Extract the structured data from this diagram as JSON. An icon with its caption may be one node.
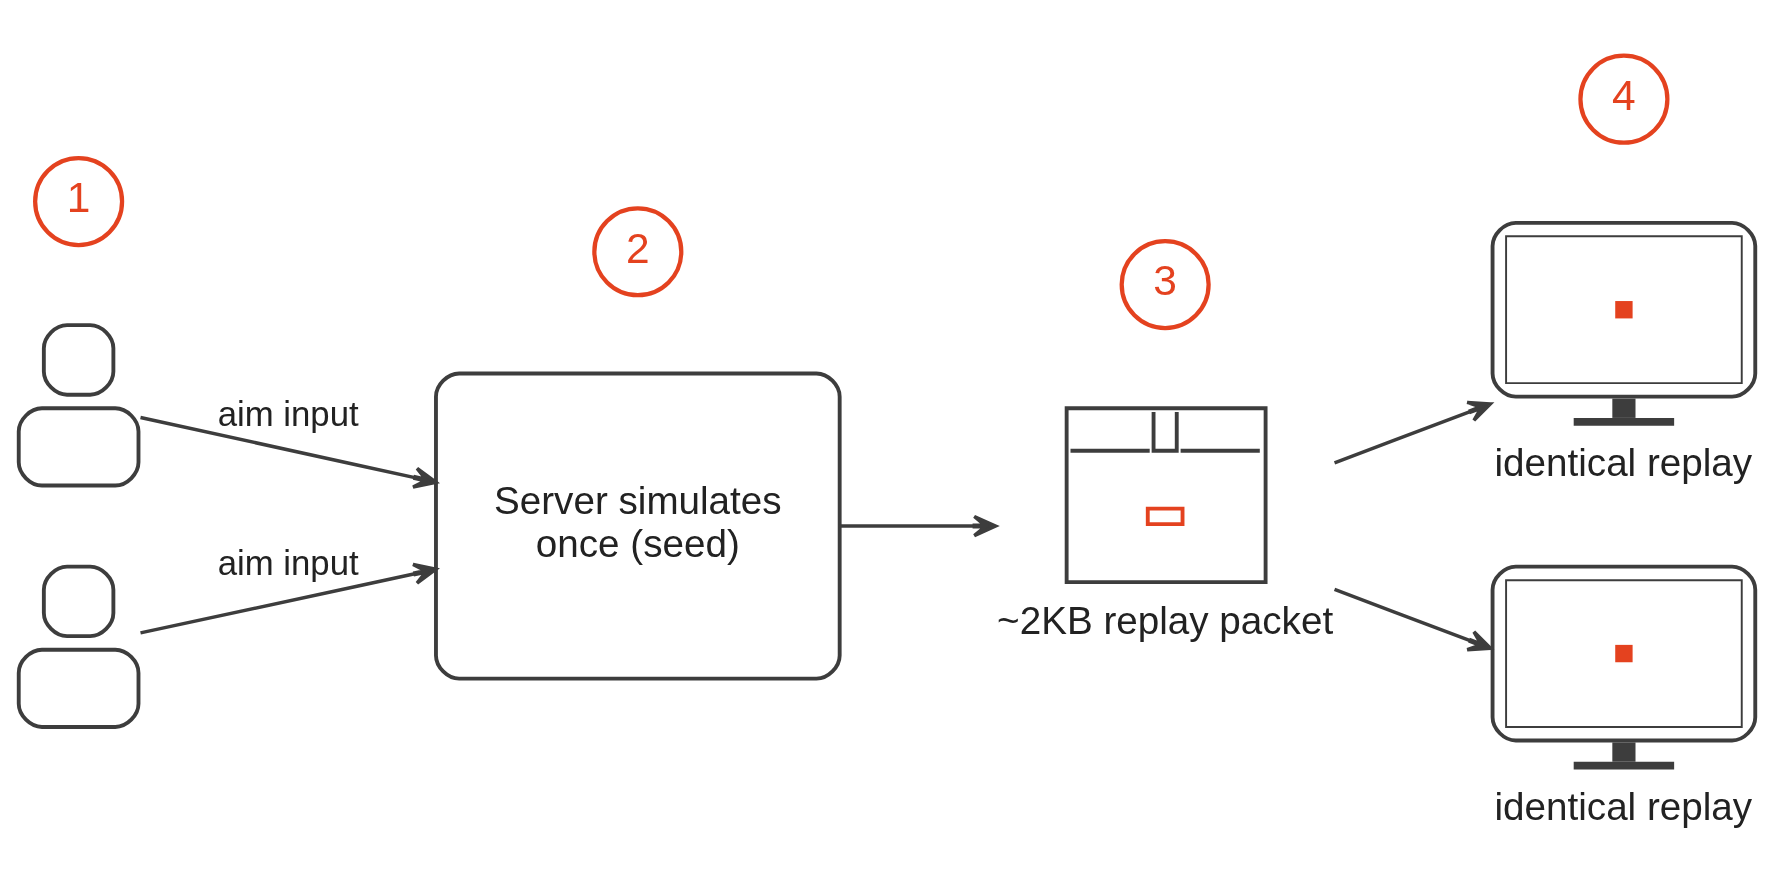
{
  "diagram": {
    "nodes": [
      {
        "text": [
          "1"
        ]
      },
      {
        "text": [
          "2"
        ]
      },
      {
        "text": [
          "3"
        ]
      },
      {
        "text": [
          "4"
        ]
      },
      {
        "text": [],
        "shape": "person"
      },
      {
        "text": [],
        "shape": "person"
      },
      {
        "text": [
          "Server simulates once (seed)"
        ]
      },
      {
        "text": [],
        "shape": "box",
        "beside": [
          "~2KB replay packet"
        ]
      },
      {
        "text": [],
        "shape": "monitor",
        "beside": [
          "identical replay"
        ]
      },
      {
        "text": [],
        "shape": "monitor",
        "beside": [
          "identical replay"
        ]
      }
    ],
    "edges": [
      {
        "from": 4,
        "to": 6,
        "arrow": "to",
        "label": "aim input"
      },
      {
        "from": 5,
        "to": 6,
        "arrow": "to",
        "label": "aim input"
      },
      {
        "from": 6,
        "to": 7,
        "arrow": "to"
      },
      {
        "from": 7,
        "to": 8,
        "arrow": "to"
      },
      {
        "from": 7,
        "to": 9,
        "arrow": "to"
      }
    ]
  }
}
